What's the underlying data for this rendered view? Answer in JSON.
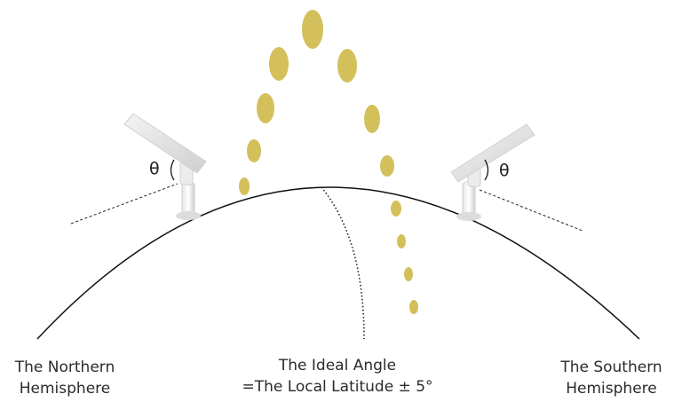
{
  "labels": {
    "northern": [
      "The Northern",
      "Hemisphere"
    ],
    "ideal": [
      "The Ideal Angle",
      "=The Local Latitude ± 5°"
    ],
    "southern": [
      "The Southern",
      "Hemisphere"
    ]
  },
  "angle_symbol": "θ",
  "colors": {
    "sun": "#d4c05a",
    "earth_outline": "#111111",
    "panel_mount": "#d9d9d9"
  },
  "icons": [
    "solar-panel-icon",
    "solar-panel-icon",
    "sun-position-icon"
  ]
}
